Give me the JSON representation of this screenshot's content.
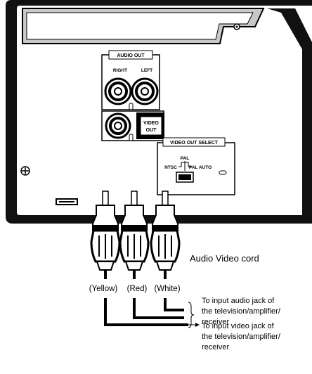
{
  "panel": {
    "audio_out": "AUDIO OUT",
    "right": "RIGHT",
    "left": "LEFT",
    "video_out_line1": "VIDEO",
    "video_out_line2": "OUT",
    "video_out_select": "VIDEO OUT SELECT",
    "pal": "PAL",
    "ntsc": "NTSC",
    "pal_auto": "PAL AUTO"
  },
  "cord": {
    "label": "Audio Video cord",
    "plugs": [
      "(Yellow)",
      "(Red)",
      "(White)"
    ]
  },
  "annotations": {
    "audio": [
      "To input audio jack of",
      "the television/amplifier/",
      "receiver"
    ],
    "video": [
      "To input video jack of",
      "the television/amplifier/",
      "receiver"
    ]
  }
}
